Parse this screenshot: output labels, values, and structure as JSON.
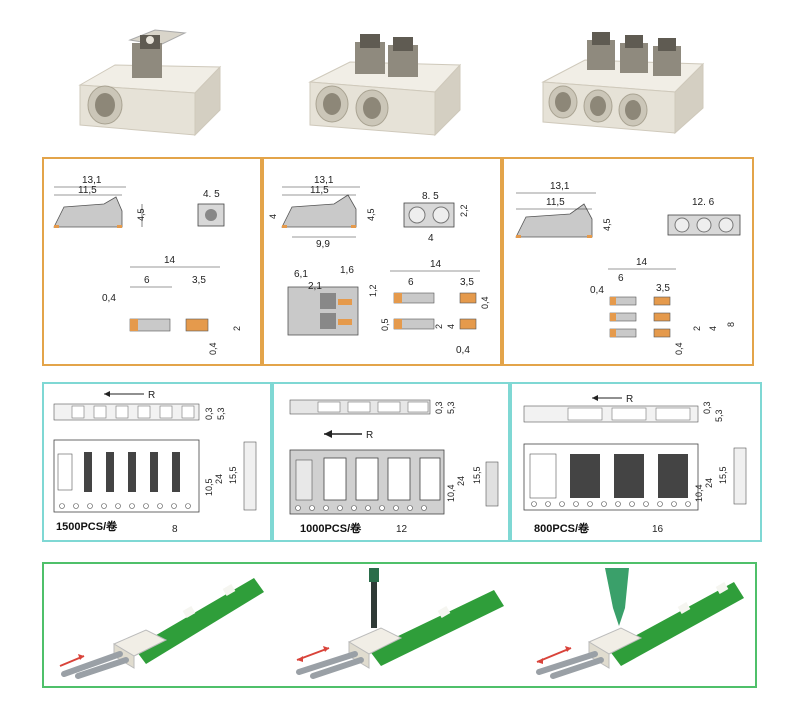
{
  "colors": {
    "orange_border": "#e3a44a",
    "cyan_border": "#7fd8d4",
    "green_border": "#4fc06a",
    "housing": "#e8e4da",
    "housing_dark": "#bdb7a8",
    "contact_orange": "#e59a4c",
    "pcb_green": "#2f9e3a",
    "wire_grey": "#9aa0a6",
    "arrow_red": "#d9433a"
  },
  "dims": {
    "d1": {
      "w": "13,1",
      "l": "11,5",
      "h": "4,5",
      "top": "4. 5",
      "pitch": "14",
      "pad": "6",
      "pad2": "3,5",
      "t": "0,4",
      "h2": "2",
      "b": "0,4"
    },
    "d2": {
      "w": "13,1",
      "l": "11,5",
      "h": "4,5",
      "top": "8. 5",
      "top2": "2,2",
      "top3": "4",
      "h4": "4",
      "b": "9,9",
      "a": "6,1",
      "c": "1,6",
      "e": "2,1",
      "f": "1,2",
      "p": "14",
      "q": "6",
      "r": "3,5",
      "s": "0,4",
      "t": "0,5",
      "u": "2",
      "v": "4",
      "w2": "0,4"
    },
    "d3": {
      "w": "13,1",
      "l": "11,5",
      "h": "4,5",
      "top": "12. 6",
      "p": "14",
      "q": "6",
      "r": "3,5",
      "s": "0,4",
      "t": "2",
      "u": "4",
      "v": "8",
      "x": "0,4"
    }
  },
  "tapes": {
    "t1": {
      "qty": "1500PCS/卷",
      "dir": "R",
      "a": "0,3",
      "b": "5,3",
      "c": "15,5",
      "d": "24",
      "e": "10,5",
      "pitch": "8"
    },
    "t2": {
      "qty": "1000PCS/卷",
      "dir": "R",
      "a": "0,3",
      "b": "5,3",
      "c": "15,5",
      "d": "24",
      "e": "10,4",
      "pitch": "12"
    },
    "t3": {
      "qty": "800PCS/卷",
      "dir": "R",
      "a": "0,3",
      "b": "5,3",
      "c": "15,5",
      "d": "24",
      "e": "10,4",
      "pitch": "16"
    }
  }
}
